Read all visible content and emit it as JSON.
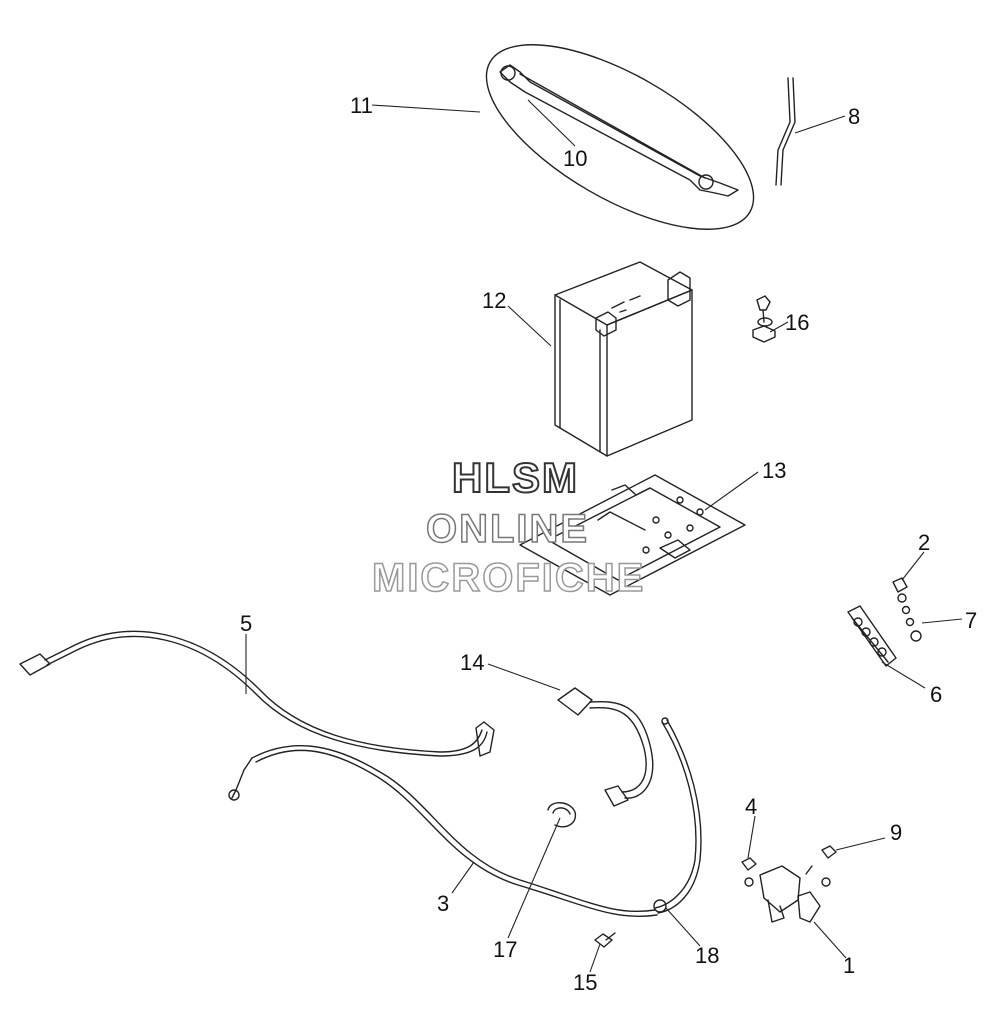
{
  "watermark": {
    "line1": "HLSM",
    "line2": "ONLINE",
    "line3": "MICROFICHE"
  },
  "callouts": {
    "c1": "1",
    "c2": "2",
    "c3": "3",
    "c4": "4",
    "c5": "5",
    "c6": "6",
    "c7": "7",
    "c8": "8",
    "c9": "9",
    "c10": "10",
    "c11": "11",
    "c12": "12",
    "c13": "13",
    "c14": "14",
    "c15": "15",
    "c16": "16",
    "c17": "17",
    "c18": "18"
  }
}
